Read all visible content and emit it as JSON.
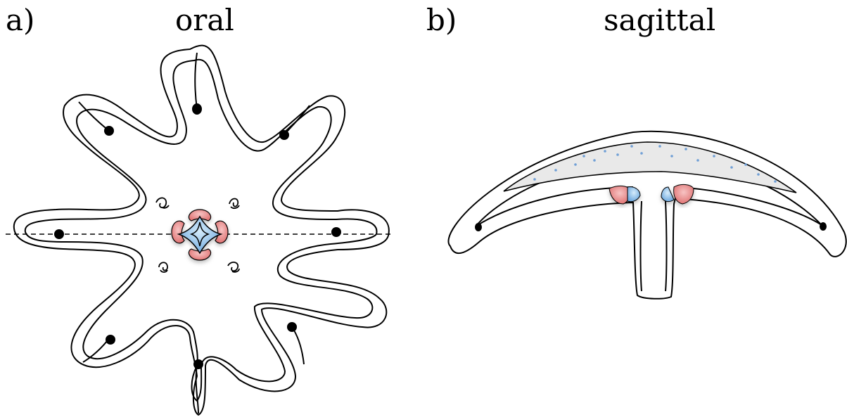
{
  "panel_a": {
    "letter": "a)",
    "title": "oral"
  },
  "panel_b": {
    "letter": "b)",
    "title": "sagittal"
  },
  "colors": {
    "outline": "#000000",
    "gonad_red": "#e98a8a",
    "manubrium_blue": "#8fbfe8",
    "bell_gray": "#e6e6e6",
    "dot_blue": "#6f9fd6"
  },
  "icons": {
    "rhopalium": "black-dot",
    "statocyst": "spiral-glyph"
  }
}
